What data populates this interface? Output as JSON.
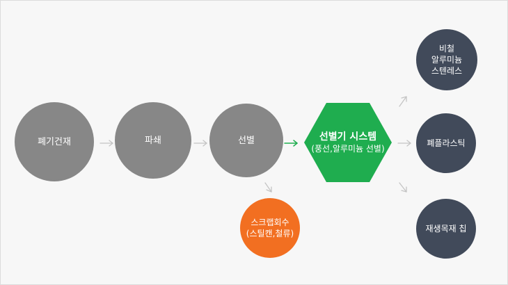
{
  "nodes": {
    "waste": {
      "label": "폐기건재"
    },
    "crush": {
      "label": "파쇄"
    },
    "sort": {
      "label": "선별"
    },
    "system": {
      "title": "선별기 시스템",
      "subtitle": "(풍선,알루미늄 선별)"
    },
    "scrap": {
      "label": "스크랩회수\n(스틸캔,철류)"
    },
    "metal": {
      "label": "비철\n알루미늄\n스텐레스"
    },
    "plastic": {
      "label": "폐플라스틱"
    },
    "wood": {
      "label": "재생목재 칩"
    }
  },
  "colors": {
    "gray_node": "#878787",
    "output_node": "#414a5a",
    "system_node": "#1fad4f",
    "scrap_node": "#f26f21",
    "arrow": "#c4c4c4",
    "arrow_highlight": "#1fad4f",
    "background": "#f7f7f7"
  }
}
